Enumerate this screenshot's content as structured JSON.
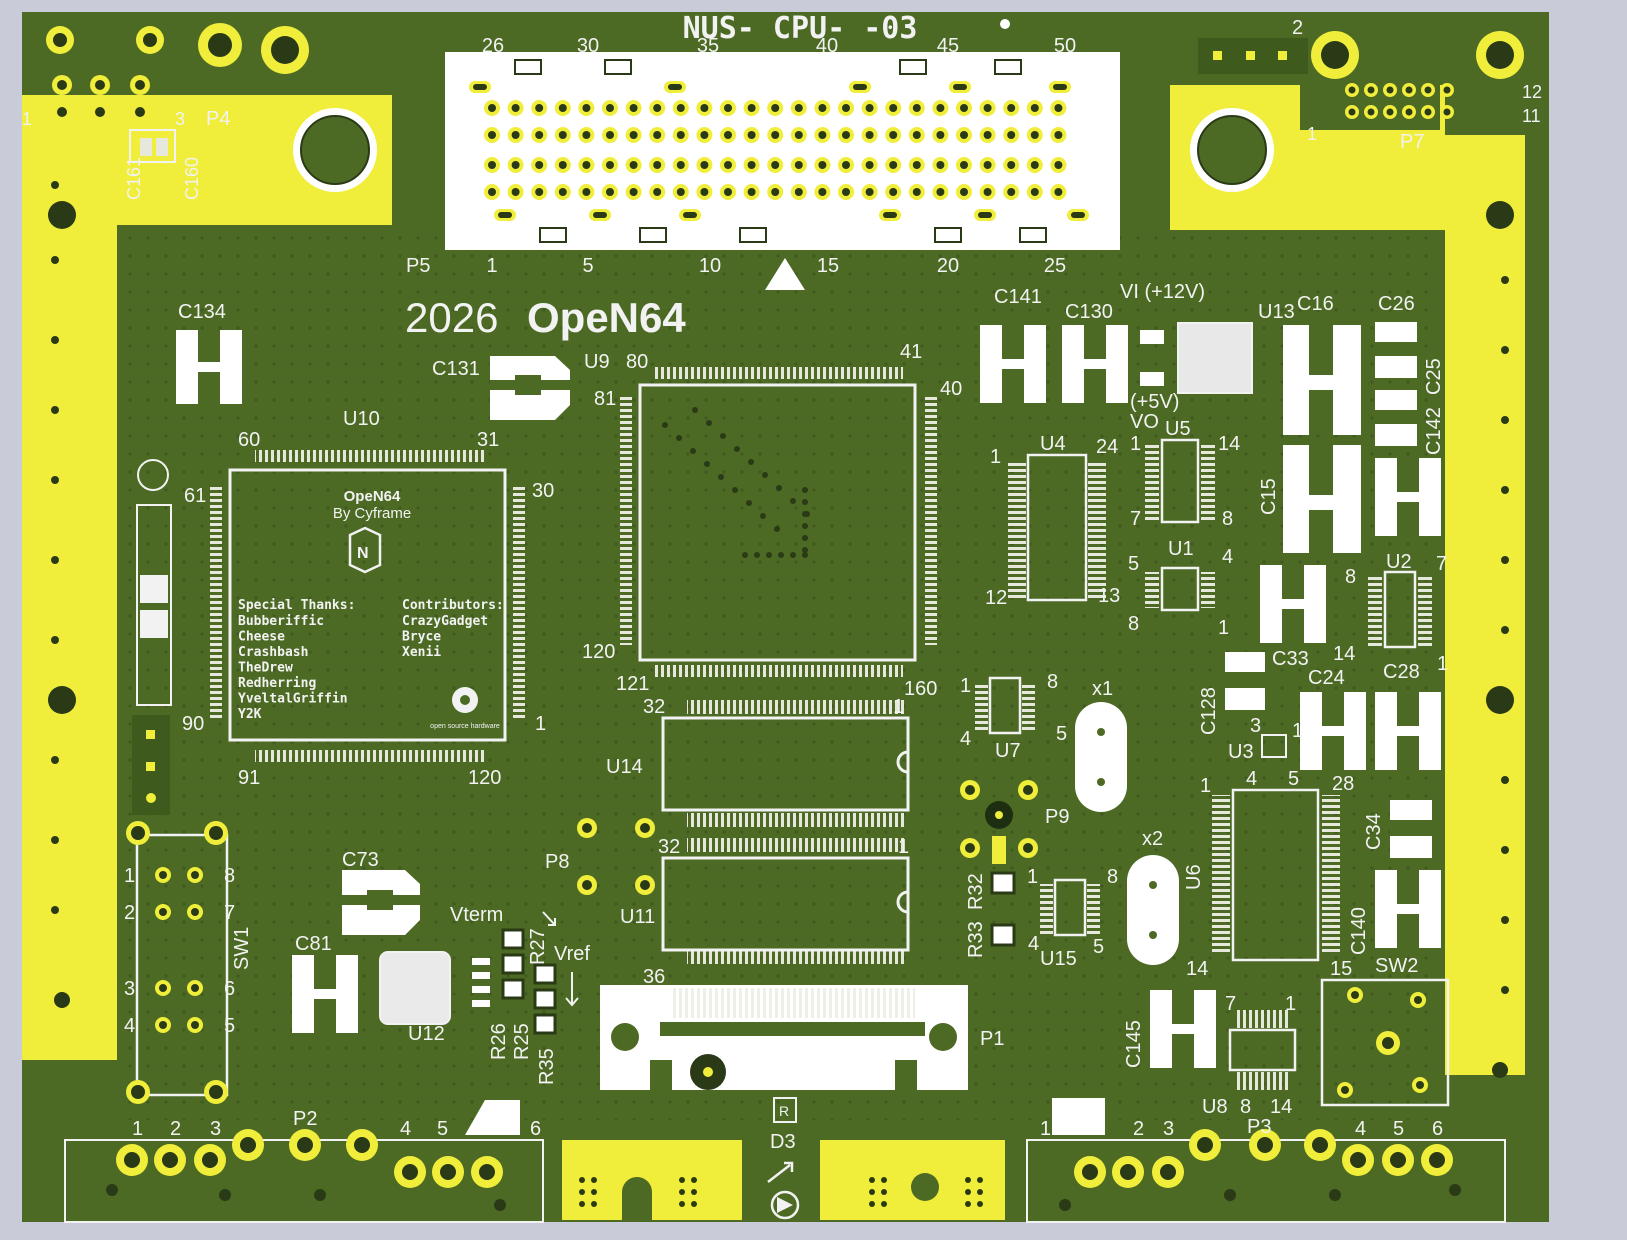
{
  "board": {
    "header_title": "NUS- CPU- -03",
    "main_title_year": "2026",
    "main_title_name": "OpeN64",
    "logo_title": "OpeN64",
    "logo_subtitle": "By Cyframe",
    "oshw_label": "open source hardware",
    "thanks_header": "Special Thanks:",
    "thanks": [
      "Bubberiffic",
      "Cheese",
      "Crashbash",
      "TheDrew",
      "Redherring",
      "YveltalGriffin",
      "Y2K"
    ],
    "contrib_header": "Contributors:",
    "contributors": [
      "CrazyGadget",
      "Bryce",
      "Xenii"
    ],
    "vi_label": "VI (+12V)",
    "vo_label": "(+5V)",
    "vo_name": "VO",
    "vterm": "Vterm",
    "vref": "Vref"
  },
  "refs": {
    "p4": "P4",
    "p5": "P5",
    "p7": "P7",
    "p8": "P8",
    "p9": "P9",
    "p1": "P1",
    "p2": "P2",
    "p3": "P3",
    "c161": "C161",
    "c160": "C160",
    "c134": "C134",
    "c131": "C131",
    "c141": "C141",
    "c130": "C130",
    "c16": "C16",
    "c26": "C26",
    "c25": "C25",
    "c142": "C142",
    "c15": "C15",
    "c33": "C33",
    "c24": "C24",
    "c28": "C28",
    "c128": "C128",
    "c34": "C34",
    "c140": "C140",
    "c145": "C145",
    "c73": "C73",
    "c81": "C81",
    "u9": "U9",
    "u10": "U10",
    "u13": "U13",
    "u4": "U4",
    "u5": "U5",
    "u1": "U1",
    "u2": "U2",
    "u3": "U3",
    "u6": "U6",
    "u7": "U7",
    "u14": "U14",
    "u11": "U11",
    "u12": "U12",
    "u15": "U15",
    "u8": "U8",
    "x1": "x1",
    "x2": "x2",
    "sw1": "SW1",
    "sw2": "SW2",
    "d3": "D3",
    "r27": "R27",
    "r26": "R26",
    "r25": "R25",
    "r35": "R35",
    "r32": "R32",
    "r33": "R33"
  },
  "pins": {
    "p5_top": [
      "26",
      "30",
      "35",
      "40",
      "45",
      "50"
    ],
    "p5_bottom": [
      "1",
      "5",
      "10",
      "15",
      "20",
      "25"
    ],
    "p4": [
      "1",
      "3"
    ],
    "p7": [
      "1",
      "12",
      "11"
    ],
    "header_2": "2",
    "u9": [
      "80",
      "41",
      "81",
      "40",
      "120",
      "121",
      "160"
    ],
    "u10": [
      "60",
      "31",
      "61",
      "30",
      "90",
      "1",
      "91",
      "120"
    ],
    "u4": [
      "24",
      "1",
      "12",
      "13"
    ],
    "u5": [
      "1",
      "14",
      "7",
      "8"
    ],
    "u1": [
      "5",
      "4",
      "8",
      "1"
    ],
    "u2": [
      "8",
      "7",
      "14",
      "1"
    ],
    "u7": [
      "1",
      "8",
      "4",
      "5"
    ],
    "u3": [
      "3",
      "1",
      "4",
      "5"
    ],
    "u6": [
      "1",
      "28",
      "14",
      "15"
    ],
    "u15": [
      "1",
      "8",
      "4",
      "5"
    ],
    "u8": [
      "7",
      "1",
      "8",
      "14"
    ],
    "u14": [
      "32",
      "1"
    ],
    "u11": [
      "32",
      "1"
    ],
    "p1": "36",
    "sw1": [
      "1",
      "2",
      "3",
      "4",
      "8",
      "7",
      "6",
      "5"
    ],
    "p2": [
      "1",
      "2",
      "3",
      "4",
      "5",
      "6"
    ],
    "p3": [
      "1",
      "2",
      "3",
      "4",
      "5",
      "6"
    ]
  },
  "colors": {
    "background": "#c9cbd8",
    "soldermask": "#4c6a24",
    "copper_pour": "#f0ee3b",
    "silkscreen": "#f2f2f2",
    "pad": "#e2e5d8"
  }
}
